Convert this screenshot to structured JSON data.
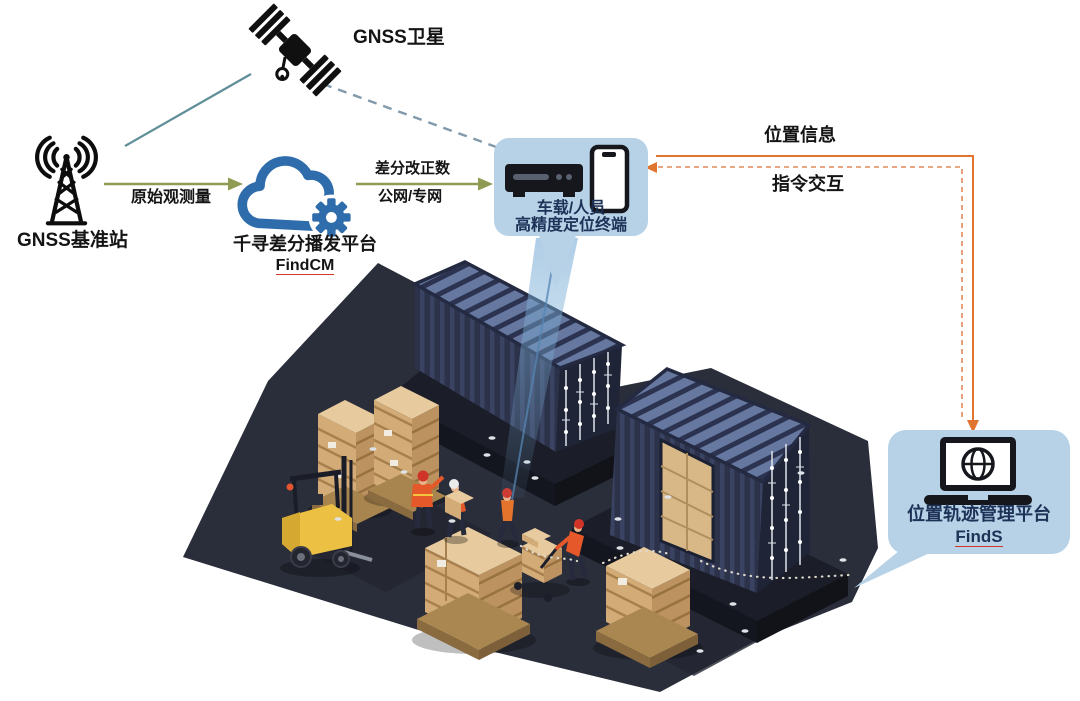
{
  "diagram": {
    "satellite_label": "GNSS卫星",
    "base_station_label": "GNSS基准站",
    "cloud_label_line1": "千寻差分播发平台",
    "cloud_label_line2": "FindCM",
    "arrow_raw_observation": "原始观测量",
    "arrow_correction_line1": "差分改正数",
    "arrow_correction_line2": "公网/专网",
    "arrow_position_info": "位置信息",
    "arrow_command_interaction": "指令交互",
    "terminal_label_line1": "车载/人员",
    "terminal_label_line2": "高精度定位终端",
    "platform_label_line1": "位置轨迹管理平台",
    "platform_label_line2": "FindS"
  },
  "colors": {
    "bubble_bg": "#b7d2e6",
    "accent_orange": "#e0752f",
    "arrow_green": "#8e9b52",
    "cloud_blue": "#2e6cab",
    "link_red": "#d2382a",
    "scene_floor": "#2a2d3a",
    "container_navy": "#2d3449",
    "box_tan": "#d2ab76",
    "forklift_yellow": "#ecc043"
  }
}
